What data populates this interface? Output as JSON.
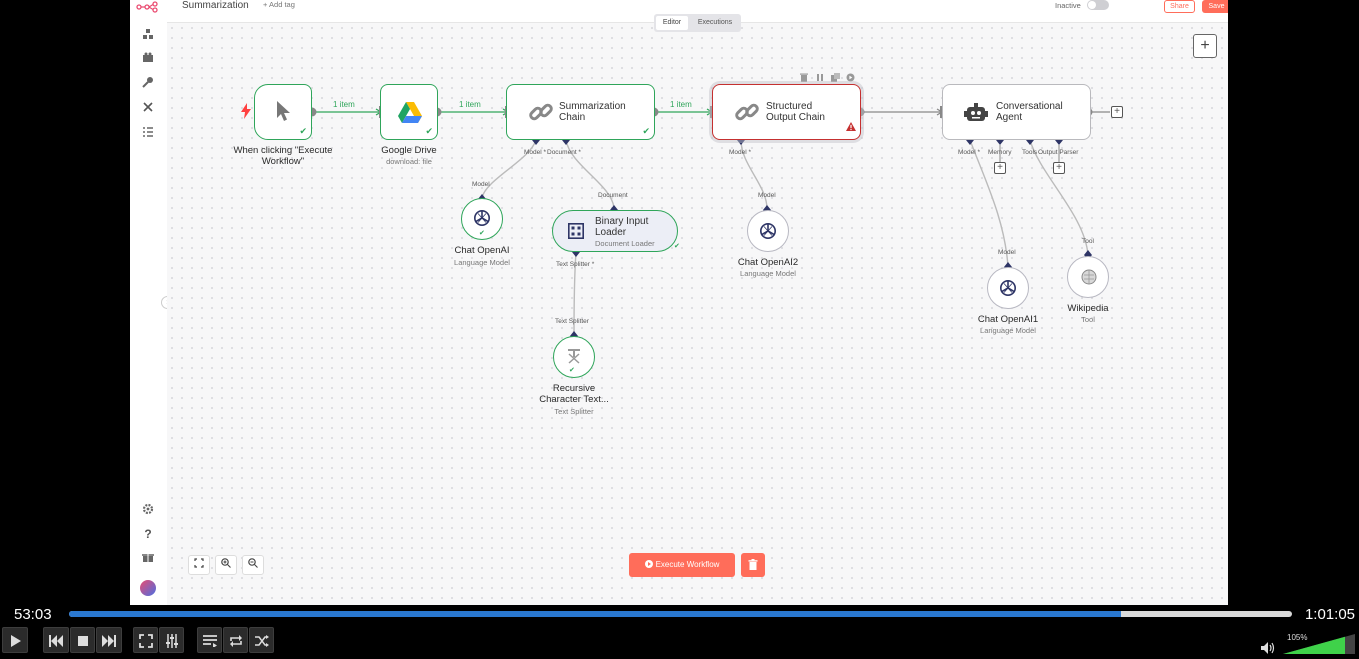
{
  "header": {
    "workflow_name": "Summarization",
    "add_tag": "+ Add tag",
    "status": "Inactive",
    "share": "Share",
    "save": "Save",
    "tabs": [
      "Editor",
      "Executions"
    ]
  },
  "nodes": {
    "trigger": {
      "label": "When clicking \"Execute Workflow\""
    },
    "drive": {
      "label": "Google Drive",
      "sub": "download: file"
    },
    "summarization": {
      "title": "Summarization Chain"
    },
    "structured": {
      "title": "Structured Output Chain"
    },
    "agent": {
      "title": "Conversational Agent"
    },
    "chat_openai": {
      "label": "Chat OpenAI",
      "sub": "Language Model"
    },
    "binary_loader": {
      "title": "Binary Input Loader",
      "sub": "Document Loader"
    },
    "recursive": {
      "label": "Recursive Character Text...",
      "sub": "Text Splitter"
    },
    "chat_openai2": {
      "label": "Chat OpenAI2",
      "sub": "Language Model"
    },
    "chat_openai1": {
      "label": "Chat OpenAI1",
      "sub": "Language Model"
    },
    "wikipedia": {
      "label": "Wikipedia",
      "sub": "Tool"
    }
  },
  "edges": {
    "item_label": "1 item"
  },
  "ports": {
    "model_req": "Model *",
    "document_req": "Document *",
    "model": "Model",
    "document": "Document",
    "text_splitter_req": "Text Splitter *",
    "text_splitter": "Text Splitter",
    "memory": "Memory",
    "tools": "Tools",
    "output_parser": "Output Parser",
    "tool": "Tool"
  },
  "footer": {
    "execute": "Execute Workflow"
  },
  "player": {
    "elapsed": "53:03",
    "total": "1:01:05",
    "volume": "105%",
    "progress_fraction": 0.86
  },
  "colors": {
    "accent": "#ff6d5a",
    "success": "#2fa55a",
    "error": "#c53030",
    "port": "#2e3566",
    "progress": "#2a78d0"
  }
}
